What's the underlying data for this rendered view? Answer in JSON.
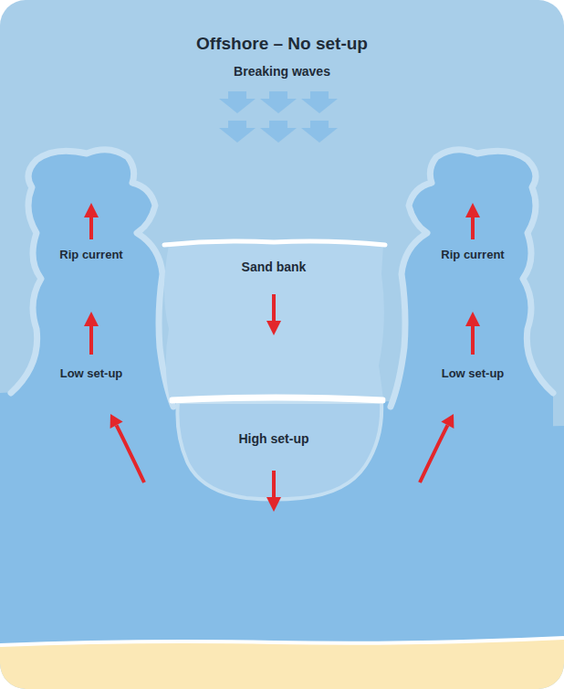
{
  "diagram": {
    "title": "Offshore – No set-up",
    "nodes": [
      {
        "text": [
          "Rip current",
          "Low set-up"
        ]
      },
      {
        "text": [
          "Sand bank"
        ]
      },
      {
        "text": [
          "Rip current",
          "Low set-up"
        ]
      },
      {
        "text": [
          "High set-up"
        ]
      }
    ],
    "labels": [
      "Breaking waves"
    ]
  }
}
